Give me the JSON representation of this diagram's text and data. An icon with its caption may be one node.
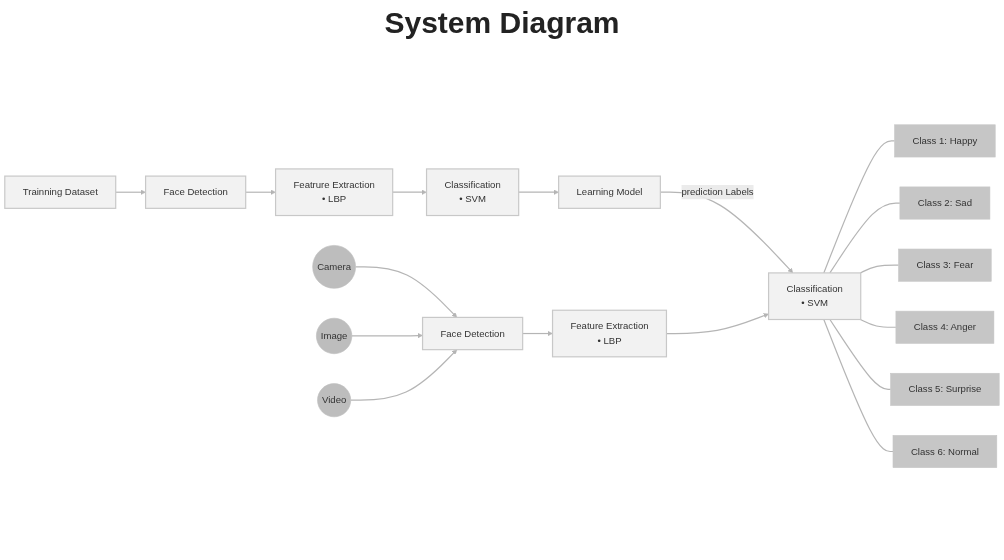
{
  "diagram": {
    "title": "System Diagram",
    "nodes": [
      {
        "text": [
          "Trainning Dataset"
        ]
      },
      {
        "text": [
          "Face Detection"
        ]
      },
      {
        "text": [
          "Featrure Extraction",
          "• LBP"
        ]
      },
      {
        "text": [
          "Classification",
          "• SVM"
        ]
      },
      {
        "text": [
          "Learning Model"
        ]
      },
      {
        "text": [
          "Camera"
        ]
      },
      {
        "text": [
          "Image"
        ]
      },
      {
        "text": [
          "Video"
        ]
      },
      {
        "text": [
          "Face Detection"
        ]
      },
      {
        "text": [
          "Feature Extraction",
          "• LBP"
        ]
      },
      {
        "text": [
          "Classification",
          "• SVM"
        ]
      },
      {
        "text": [
          "Class 1: Happy"
        ]
      },
      {
        "text": [
          "Class 2: Sad"
        ]
      },
      {
        "text": [
          "Class 3: Fear"
        ]
      },
      {
        "text": [
          "Class 4: Anger"
        ]
      },
      {
        "text": [
          "Class 5: Surprise"
        ]
      },
      {
        "text": [
          "Class 6: Normal"
        ]
      }
    ],
    "edges": [
      {
        "from": 0,
        "to": 1,
        "arrow": "to"
      },
      {
        "from": 1,
        "to": 2,
        "arrow": "to"
      },
      {
        "from": 2,
        "to": 3,
        "arrow": "to"
      },
      {
        "from": 3,
        "to": 4,
        "arrow": "to"
      },
      {
        "from": 4,
        "to": 10,
        "arrow": "to",
        "label": "prediction Labels"
      },
      {
        "from": 5,
        "to": 8,
        "arrow": "to"
      },
      {
        "from": 6,
        "to": 8,
        "arrow": "to"
      },
      {
        "from": 7,
        "to": 8,
        "arrow": "to"
      },
      {
        "from": 8,
        "to": 9,
        "arrow": "to"
      },
      {
        "from": 9,
        "to": 10,
        "arrow": "to"
      },
      {
        "from": 10,
        "to": 11,
        "arrow": "none"
      },
      {
        "from": 10,
        "to": 12,
        "arrow": "none"
      },
      {
        "from": 10,
        "to": 13,
        "arrow": "none"
      },
      {
        "from": 10,
        "to": 14,
        "arrow": "none"
      },
      {
        "from": 10,
        "to": 15,
        "arrow": "none"
      },
      {
        "from": 10,
        "to": 16,
        "arrow": "none"
      }
    ]
  }
}
